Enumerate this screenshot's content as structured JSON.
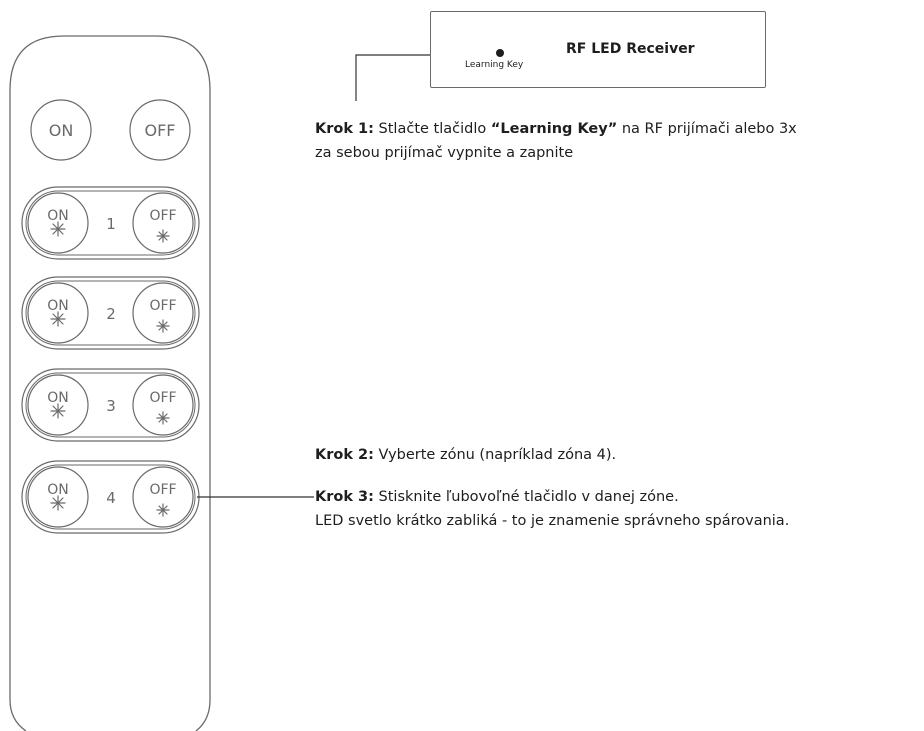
{
  "receiver": {
    "title": "RF LED Receiver",
    "learning_key_label": "Learning Key"
  },
  "remote": {
    "main_on": "ON",
    "main_off": "OFF",
    "zones": [
      {
        "number": "1",
        "on": "ON",
        "off": "OFF"
      },
      {
        "number": "2",
        "on": "ON",
        "off": "OFF"
      },
      {
        "number": "3",
        "on": "ON",
        "off": "OFF"
      },
      {
        "number": "4",
        "on": "ON",
        "off": "OFF"
      }
    ]
  },
  "steps": {
    "step1": {
      "label": "Krok 1:",
      "text_before": " Stlačte tlačidlo ",
      "highlight": "“Learning Key”",
      "text_after": " na RF prijímači alebo 3x",
      "line2": "za sebou prijímač vypnite a zapnite"
    },
    "step2": {
      "label": "Krok 2:",
      "text": " Vyberte zónu (napríklad zóna 4)."
    },
    "step3": {
      "label": "Krok 3:",
      "text": " Stisknite ľubovoľné tlačidlo v danej zóne.",
      "line2": "LED svetlo krátko zabliká - to je znamenie správneho spárovania."
    }
  },
  "colors": {
    "outline": "#6a6a6a",
    "text": "#1e1e1e"
  }
}
